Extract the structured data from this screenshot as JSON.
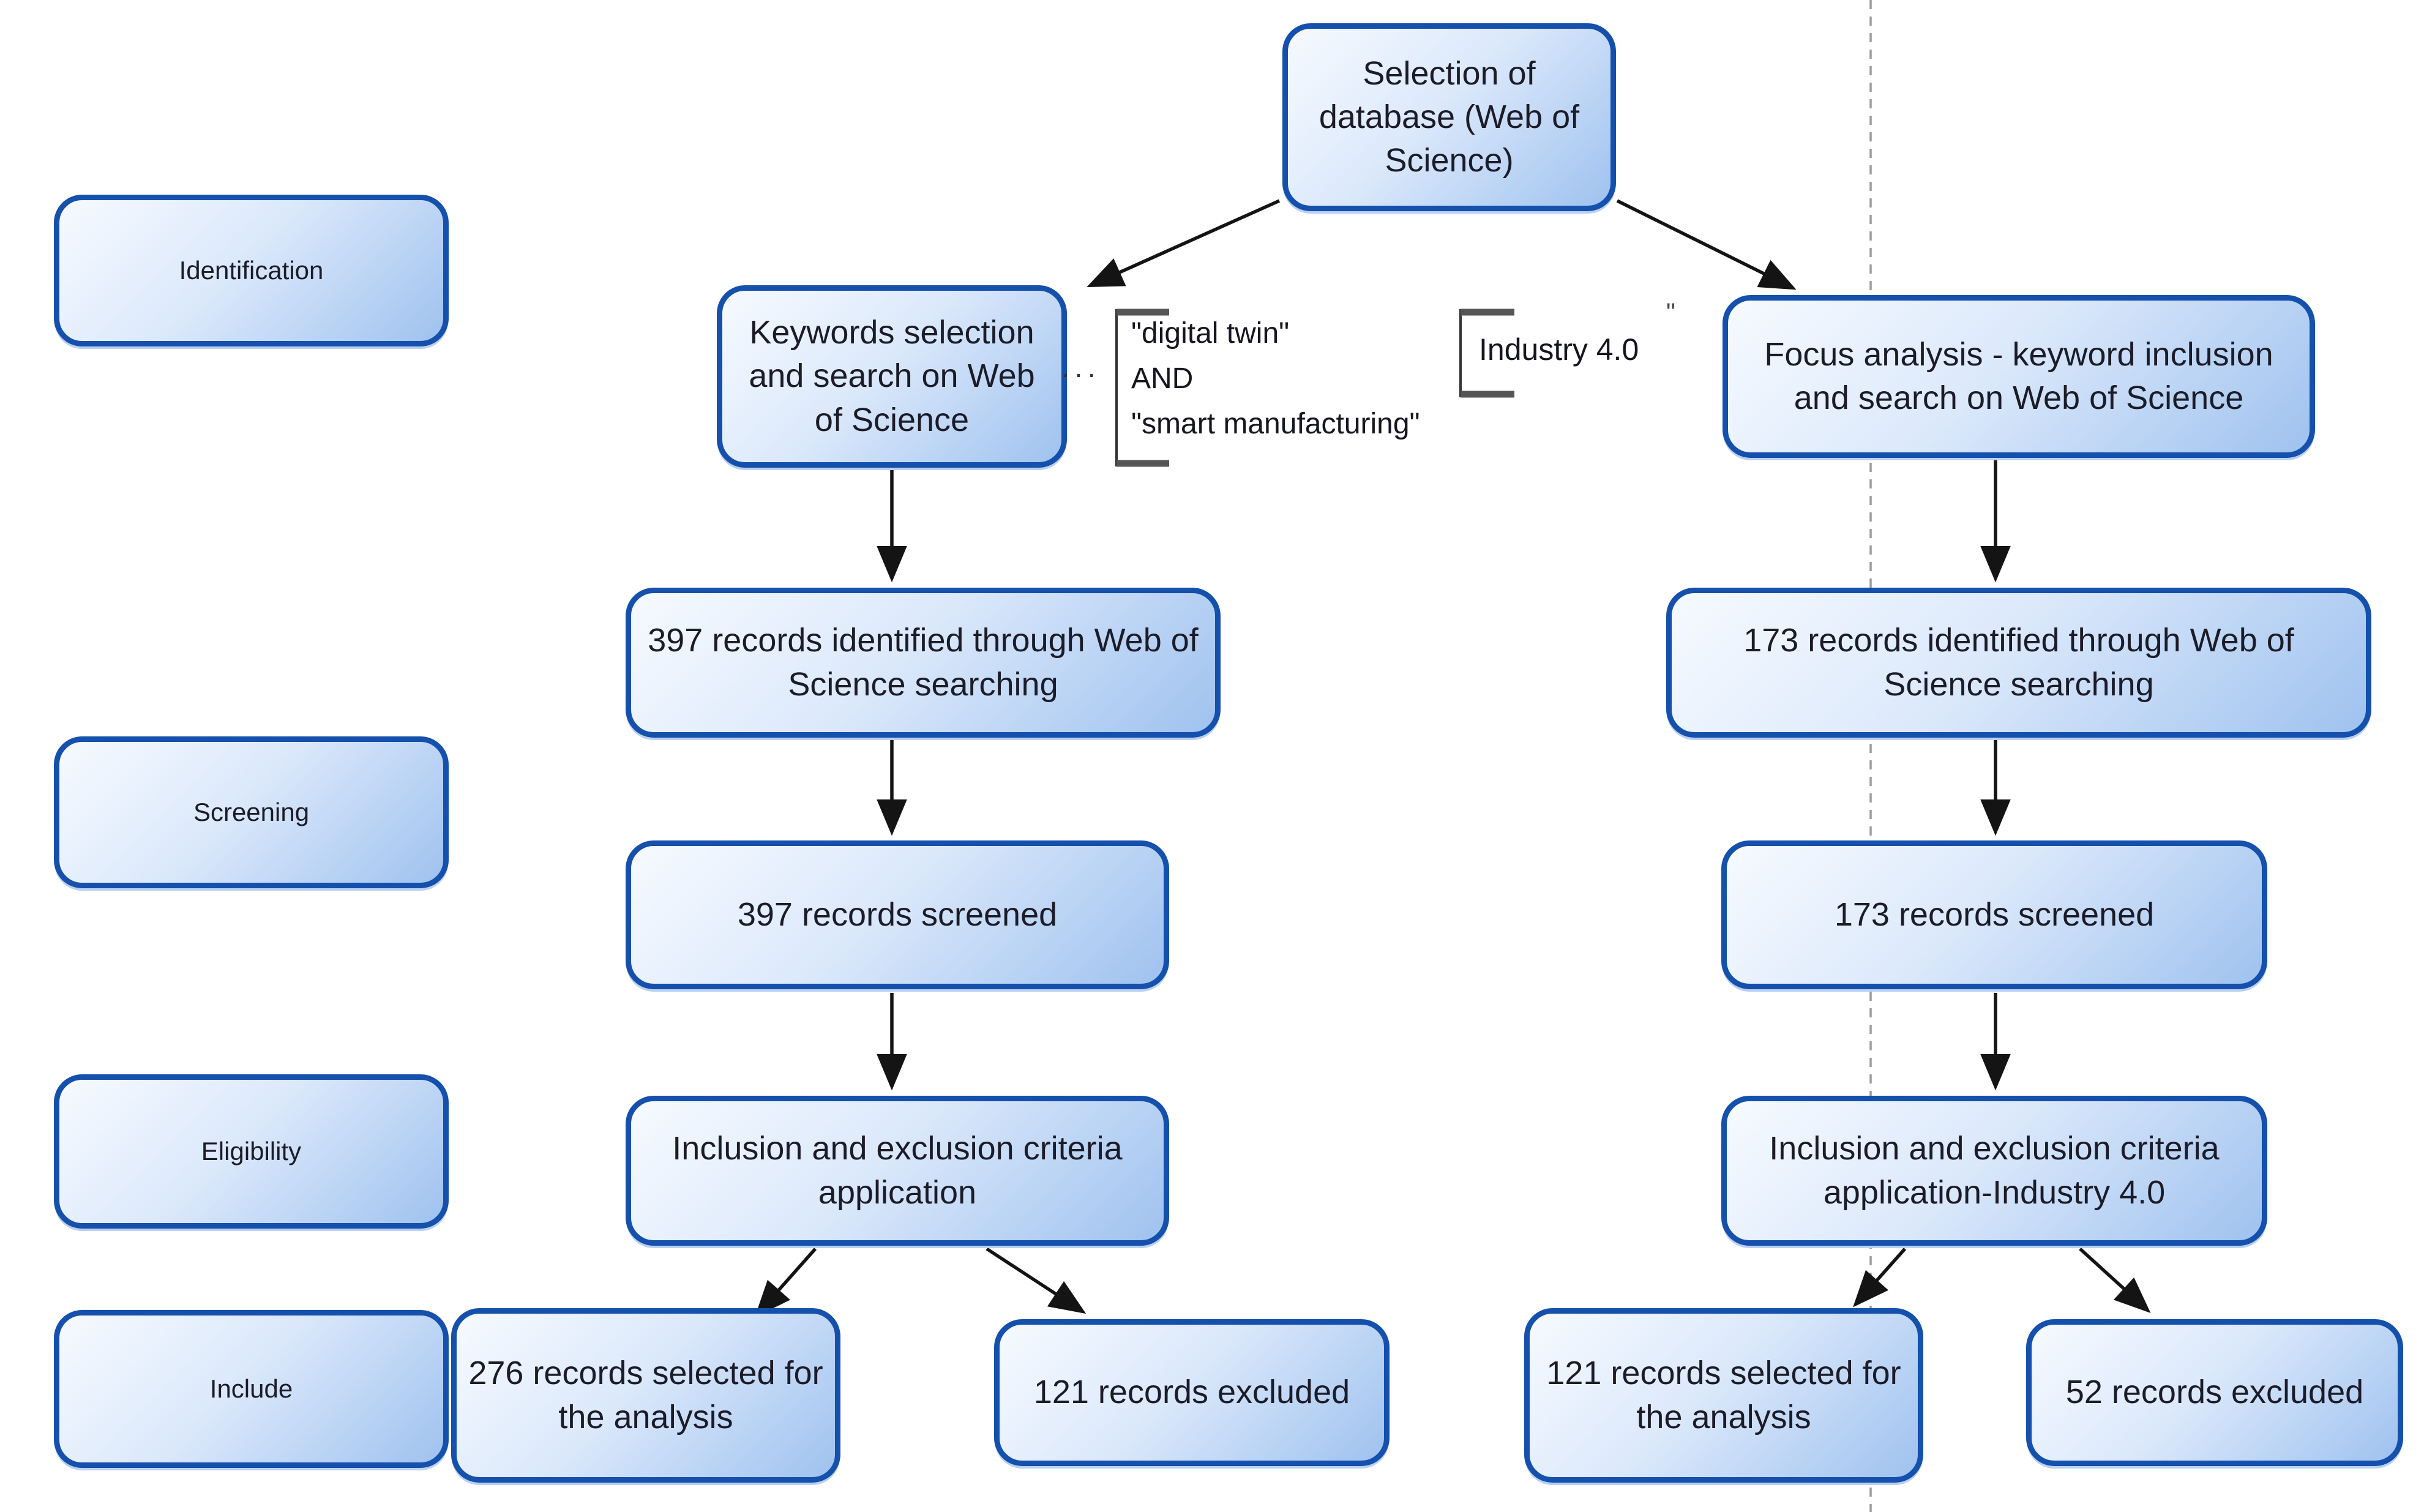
{
  "stages": [
    {
      "label": "Identification"
    },
    {
      "label": "Screening"
    },
    {
      "label": "Eligibility"
    },
    {
      "label": "Include"
    }
  ],
  "nodes": {
    "database": "Selection of database (Web of Science)",
    "keywords": "Keywords selection and search on Web of Science",
    "focus": "Focus analysis - keyword inclusion and search on Web of Science",
    "identified_dt": "397 records identified through Web of Science searching",
    "screened_dt": "397 records screened",
    "criteria_dt": "Inclusion and exclusion criteria application",
    "selected_dt": "276 records selected for the analysis",
    "excluded_dt": "121 records excluded",
    "identified_i40": "173 records identified through Web of Science searching",
    "screened_i40": "173 records screened",
    "criteria_i40": "Inclusion and exclusion criteria application-Industry 4.0",
    "selected_i40": "121 records selected for the analysis",
    "excluded_i40": "52 records excluded"
  },
  "annotations": {
    "ellipsis": "···",
    "query_dt": {
      "lines": [
        "\"digital twin\"",
        "AND",
        "\"smart manufacturing\""
      ]
    },
    "query_i40": {
      "label": "Industry 4.0",
      "quote": "\""
    }
  },
  "colors": {
    "box_border": "#1450ac",
    "box_fill_light": "#f6faff",
    "box_fill_dark": "#9fc2ef",
    "text": "#1c1c28",
    "arrow": "#141414",
    "dashed_divider": "#9b9b9b",
    "bracket": "#555555"
  }
}
